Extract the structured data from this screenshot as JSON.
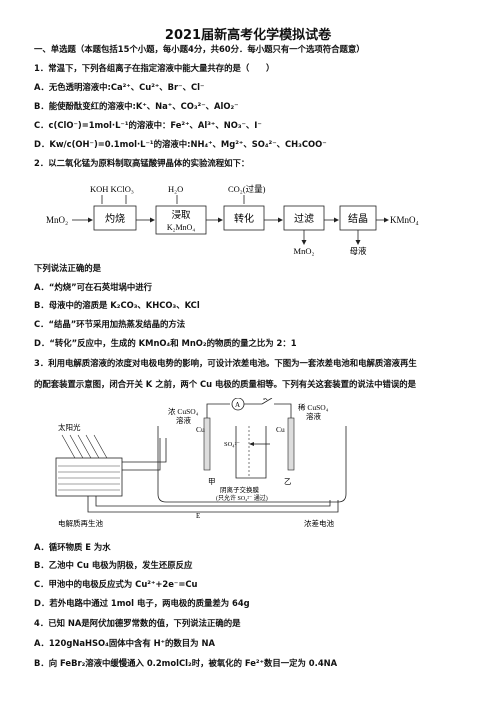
{
  "title": "2021届新高考化学模拟试卷",
  "section1": "一、单选题（本题包括15个小题，每小题4分，共60分．每小题只有一个选项符合题意）",
  "q1": {
    "stem": "1．常温下，下列各组离子在指定溶液中能大量共存的是（　　）",
    "a": "A．无色透明溶液中:Ca²⁺、Cu²⁺、Br⁻、Cl⁻",
    "b": "B．能使酚酞变红的溶液中:K⁺、Na⁺、CO₃²⁻、AlO₂⁻",
    "c": "C．c(ClO⁻)=1mol·L⁻¹的溶液中：Fe²⁺、Al³⁺、NO₃⁻、I⁻",
    "d": "D．Kw/c(OH⁻)=0.1mol·L⁻¹的溶液中:NH₄⁺、Mg²⁺、SO₄²⁻、CH₃COO⁻"
  },
  "q2": {
    "stem": "2．以二氧化锰为原料制取高锰酸钾晶体的实验流程如下：",
    "flow": {
      "start": "MnO₂",
      "in1": "KOH  KClO₃",
      "in2": "H₂O",
      "in3": "CO₂(过量)",
      "box1": "灼烧",
      "box2a": "浸取",
      "box2b": "K₂MnO₄",
      "box3": "转化",
      "box4": "过滤",
      "box5": "结晶",
      "out": "KMnO₄",
      "out4": "MnO₂",
      "out5": "母液"
    },
    "prompt": "下列说法正确的是",
    "a": "A．“灼烧”可在石英坩埚中进行",
    "b": "B．母液中的溶质是 K₂CO₃、KHCO₃、KCl",
    "c": "C．“结晶”环节采用加热蒸发结晶的方法",
    "d": "D．“转化”反应中，生成的 KMnO₄和 MnO₂的物质的量之比为 2：1"
  },
  "q3": {
    "stem1": "3．利用电解质溶液的浓度对电极电势的影响，可设计浓差电池。下图为一套浓差电池和电解质溶液再生",
    "stem2": "的配套装置示意图，闭合开关 K 之前，两个 Cu 电极的质量相等。下列有关这套装置的说法中错误的是",
    "fig": {
      "sun": "太阳光",
      "conc": "浓 CuSO₄",
      "conc2": "溶液",
      "dil": "稀 CuSO₄",
      "dil2": "溶液",
      "cu1": "Cu",
      "cu2": "Cu",
      "so4": "SO₄²⁻",
      "amp": "A",
      "key": "K",
      "jia": "甲",
      "yi": "乙",
      "mem1": "阴离子交换膜",
      "mem2": "(只允许 SO₄²⁻ 通过)",
      "regen": "电解质再生池",
      "cell": "浓差电池"
    },
    "a": "A．循环物质 E 为水",
    "b": "B．乙池中 Cu 电极为阴极，发生还原反应",
    "c": "C．甲池中的电极反应式为 Cu²⁺+2e⁻=Cu",
    "d": "D．若外电路中通过 1mol 电子，两电极的质量差为 64g"
  },
  "q4": {
    "stem": "4．已知 NA是阿伏加德罗常数的值，下列说法正确的是",
    "a": "A．120gNaHSO₄固体中含有 H⁺的数目为 NA",
    "b": "B．向 FeBr₂溶液中缓慢通入 0.2molCl₂时，被氧化的 Fe²⁺数目一定为 0.4NA"
  }
}
